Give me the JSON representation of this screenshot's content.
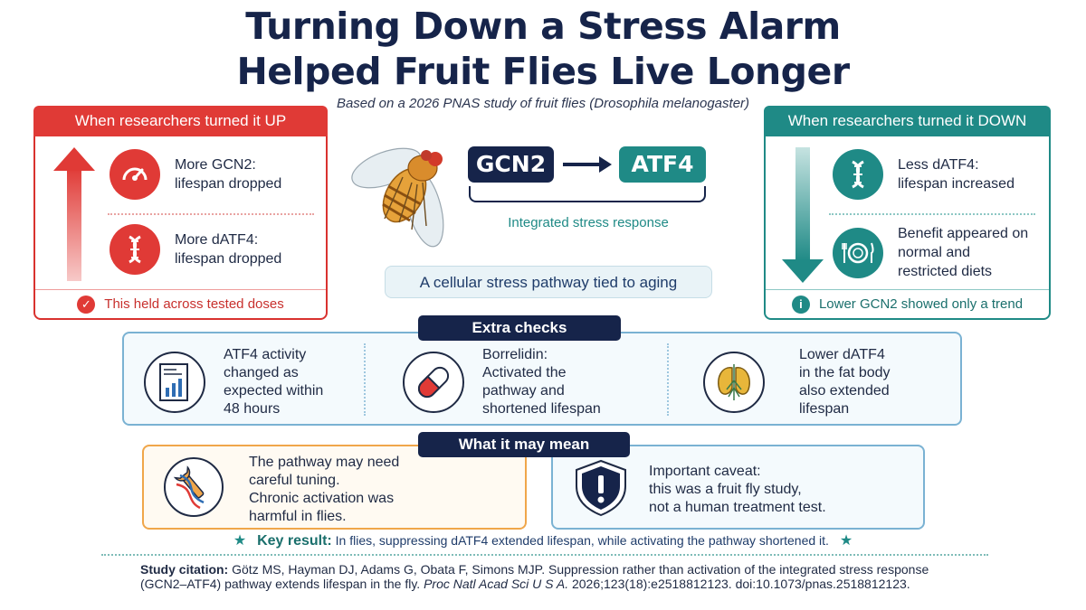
{
  "title_line1": "Turning Down a Stress Alarm",
  "title_line2": "Helped Fruit Flies Live Longer",
  "subtitle": "Based on a 2026 PNAS study of fruit flies (Drosophila melanogaster)",
  "left_panel": {
    "header": "When researchers turned it UP",
    "items": [
      {
        "line1": "More GCN2:",
        "line2": "lifespan dropped",
        "icon": "gauge-icon"
      },
      {
        "line1": "More dATF4:",
        "line2": "lifespan dropped",
        "icon": "dna-icon"
      }
    ],
    "footer": "This held across tested doses"
  },
  "right_panel": {
    "header": "When researchers turned it DOWN",
    "items": [
      {
        "line1": "Less dATF4:",
        "line2": "lifespan increased",
        "icon": "dna-icon"
      },
      {
        "line1": "Benefit appeared on",
        "line2": "normal and",
        "line3": "restricted diets",
        "icon": "plate-icon"
      }
    ],
    "footer": "Lower GCN2 showed only a trend"
  },
  "center": {
    "gene1": "GCN2",
    "gene2": "ATF4",
    "pathway_label": "Integrated stress response",
    "tagline": "A cellular stress pathway tied to aging"
  },
  "extra_checks": {
    "header": "Extra checks",
    "items": [
      {
        "lines": [
          "ATF4 activity",
          "changed as",
          "expected within",
          "48 hours"
        ],
        "icon": "report-chart-icon"
      },
      {
        "lines": [
          "Borrelidin:",
          "Activated the",
          "pathway and",
          "shortened lifespan"
        ],
        "icon": "capsule-icon"
      },
      {
        "lines": [
          "Lower dATF4",
          "in the fat body",
          "also extended",
          "lifespan"
        ],
        "icon": "fat-body-icon"
      }
    ]
  },
  "meaning": {
    "header": "What it may mean",
    "left": [
      "The pathway may need",
      "careful tuning.",
      "Chronic activation was",
      "harmful in flies."
    ],
    "right": [
      "Important caveat:",
      "this was a fruit fly study,",
      "not a human treatment test."
    ]
  },
  "key_result": {
    "label": "Key result:",
    "text": "In flies, suppressing dATF4 extended lifespan, while activating the pathway shortened it."
  },
  "citation": {
    "label": "Study citation:",
    "text1": " Götz MS, Hayman DJ, Adams G, Obata F, Simons MJP. Suppression rather than activation of the integrated stress response (GCN2–ATF4) pathway extends lifespan in the fly. ",
    "journal": "Proc Natl Acad Sci U S A.",
    "text2": " 2026;123(18):e2518812123. doi:10.1073/pnas.2518812123."
  },
  "colors": {
    "navy": "#16244a",
    "red": "#e03a36",
    "teal": "#1f8a86",
    "orange": "#f0a64a",
    "light_blue": "#7ab2d3"
  }
}
